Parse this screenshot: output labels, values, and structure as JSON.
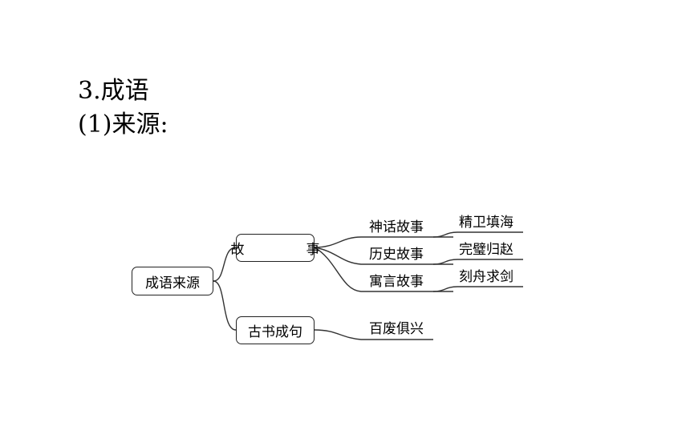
{
  "heading": {
    "line1": "3.成语",
    "line2": "(1)来源:"
  },
  "diagram": {
    "root": "成语来源",
    "story": "故　事",
    "ancient": "古书成句",
    "categories": [
      "神话故事",
      "历史故事",
      "寓言故事"
    ],
    "examples": [
      "精卫填海",
      "完璧归赵",
      "刻舟求剑"
    ],
    "ancient_example": "百废俱兴"
  }
}
